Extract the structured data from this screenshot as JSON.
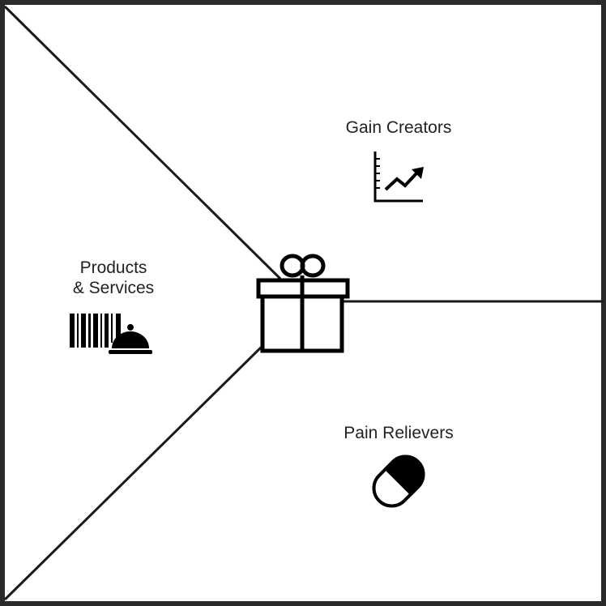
{
  "diagram": {
    "sections": {
      "gain_creators": {
        "label": "Gain Creators",
        "icon": "trend-chart-icon"
      },
      "products_services": {
        "label_line1": "Products",
        "label_line2": "& Services",
        "icon": "barcode-cloche-icon"
      },
      "pain_relievers": {
        "label": "Pain Relievers",
        "icon": "pill-icon"
      }
    },
    "center_icon": "gift-icon",
    "colors": {
      "line": "#1a1a1a",
      "frame": "#2a2a2a",
      "text": "#222222",
      "background": "#ffffff"
    }
  }
}
